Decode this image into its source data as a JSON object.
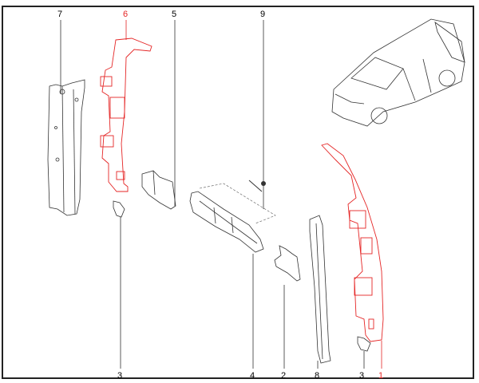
{
  "colors": {
    "highlight": "#e52626",
    "line": "#333333"
  },
  "callouts": {
    "top": [
      {
        "label": "7",
        "highlight": false
      },
      {
        "label": "6",
        "highlight": true
      },
      {
        "label": "5",
        "highlight": false
      },
      {
        "label": "9",
        "highlight": false
      }
    ],
    "bottom": [
      {
        "label": "3",
        "highlight": false
      },
      {
        "label": "4",
        "highlight": false
      },
      {
        "label": "2",
        "highlight": false
      },
      {
        "label": "8",
        "highlight": false
      },
      {
        "label": "3",
        "highlight": false
      },
      {
        "label": "1",
        "highlight": true
      }
    ]
  }
}
